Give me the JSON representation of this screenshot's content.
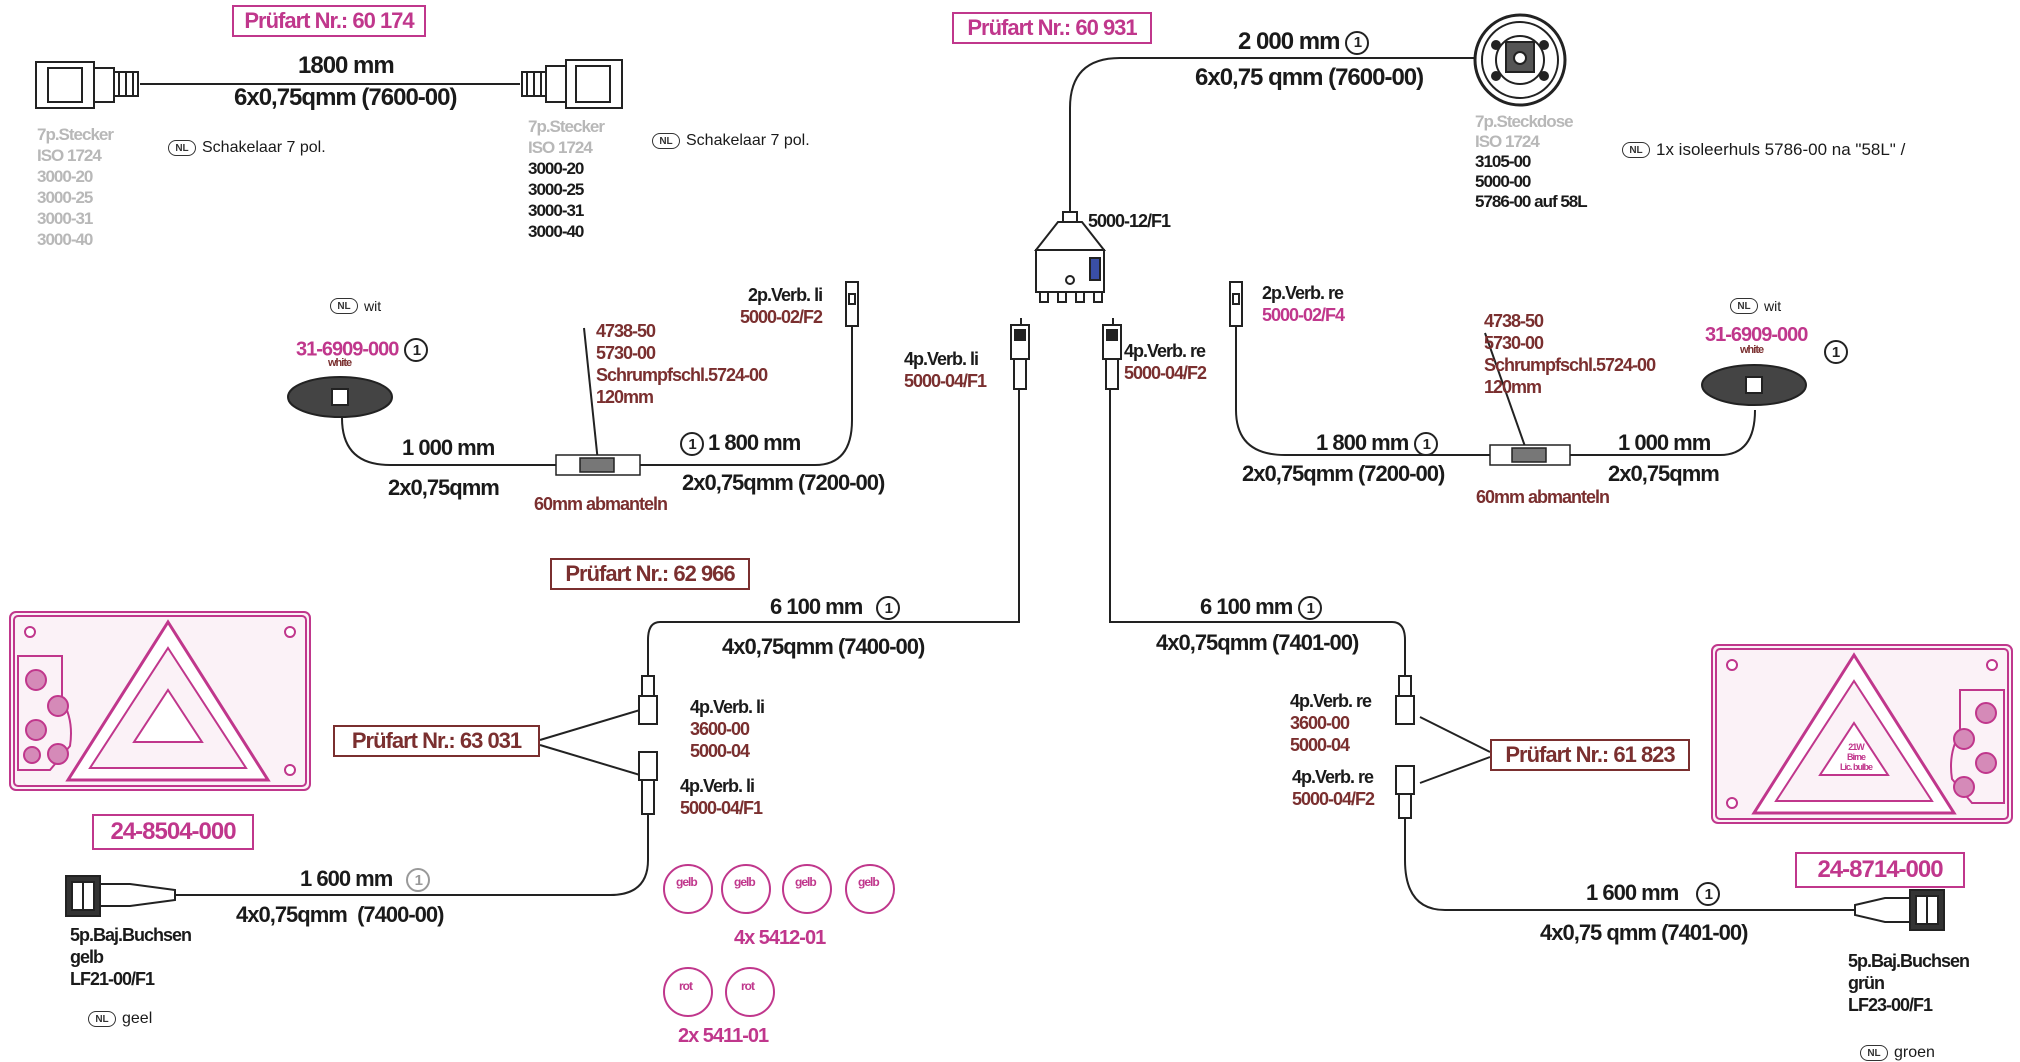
{
  "pruefart": {
    "p60174": "Prüfart Nr.: 60 174",
    "p60931": "Prüfart Nr.: 60 931",
    "p62966": "Prüfart Nr.: 62 966",
    "p63031": "Prüfart Nr.: 63 031",
    "p61823": "Prüfart Nr.: 61 823"
  },
  "part_numbers": {
    "left_lamp": "24-8504-000",
    "right_lamp": "24-8714-000"
  },
  "cable_60174": {
    "length": "1800 mm",
    "spec": "6x0,75qmm (7600-00)",
    "left_plug": [
      "7p.Stecker",
      "ISO 1724",
      "3000-20",
      "3000-25",
      "3000-31",
      "3000-40"
    ],
    "right_plug_grey": [
      "7p.Stecker",
      "ISO 1724"
    ],
    "right_plug_black": [
      "3000-20",
      "3000-25",
      "3000-31",
      "3000-40"
    ],
    "nl_note_left": "Schakelaar 7 pol.",
    "nl_note_right": "Schakelaar 7 pol."
  },
  "cable_main": {
    "length": "2 000 mm",
    "circle": "1",
    "spec": "6x0,75 qmm (7600-00)",
    "distributor": "5000-12/F1",
    "socket_grey": [
      "7p.Steckdose",
      "ISO 1724"
    ],
    "socket_black": [
      "3105-00",
      "5000-00",
      "5786-00 auf 58L"
    ],
    "nl_note": "1x isoleerhuls 5786-00 na \"58L\" /"
  },
  "nl_badge": "NL",
  "left_marker": {
    "part": "31-6909-000",
    "color": "white",
    "circle": "1",
    "nl": "wit",
    "len_a": "1 000 mm",
    "spec_a": "2x0,75qmm",
    "circle_b": "1",
    "len_b": "1 800 mm",
    "spec_b": "2x0,75qmm (7200-00)",
    "splice": [
      "4738-50",
      "5730-00",
      "Schrumpfschl.5724-00",
      "120mm"
    ],
    "strip": "60mm abmanteln",
    "conn_title": "2p.Verb. li",
    "conn_part": "5000-02/F2"
  },
  "right_marker": {
    "part": "31-6909-000",
    "color": "white",
    "circle": "1",
    "nl": "wit",
    "len_a": "1 000 mm",
    "spec_a": "2x0,75qmm",
    "len_b": "1 800 mm",
    "circle_b": "1",
    "spec_b": "2x0,75qmm (7200-00)",
    "splice": [
      "4738-50",
      "5730-00",
      "Schrumpfschl.5724-00",
      "120mm"
    ],
    "strip": "60mm abmanteln",
    "conn_title": "2p.Verb. re",
    "conn_part": "5000-02/F4"
  },
  "dist_left": {
    "title": "4p.Verb. li",
    "part": "5000-04/F1"
  },
  "dist_right": {
    "title": "4p.Verb. re",
    "part": "5000-04/F2"
  },
  "cable_left_main": {
    "length": "6 100 mm",
    "circle": "1",
    "spec": "4x0,75qmm (7400-00)"
  },
  "cable_right_main": {
    "length": "6 100 mm",
    "circle": "1",
    "spec": "4x0,75qmm (7401-00)"
  },
  "left_conn_a": {
    "title": "4p.Verb. li",
    "parts": [
      "3600-00",
      "5000-04"
    ]
  },
  "left_conn_b": {
    "title": "4p.Verb. li",
    "part": "5000-04/F1"
  },
  "right_conn_a": {
    "title": "4p.Verb. re",
    "parts": [
      "3600-00",
      "5000-04"
    ]
  },
  "right_conn_b": {
    "title": "4p.Verb. re",
    "part": "5000-04/F2"
  },
  "left_tail": {
    "length": "1 600 mm",
    "circle": "1",
    "spec": "4x0,75qmm  (7400-00)",
    "labels": [
      "5p.Baj.Buchsen",
      "gelb",
      "LF21-00/F1"
    ],
    "nl": "geel"
  },
  "right_tail": {
    "length": "1 600 mm",
    "circle": "1",
    "spec": "4x0,75 qmm (7401-00)",
    "labels": [
      "5p.Baj.Buchsen",
      "grün",
      "LF23-00/F1"
    ],
    "nl": "groen"
  },
  "caps": {
    "yellow_label": "gelb",
    "yellow_count": "4x 5412-01",
    "red_label": "rot",
    "red_count": "2x 5411-01"
  },
  "right_lamp_text": [
    "21W",
    "Birne",
    "Lic. bulbe"
  ],
  "colors": {
    "brown": "#7a2f2f",
    "magenta": "#c0378c",
    "grey": "#b8b8b8",
    "lamp_fill": "#fbf2f7"
  }
}
